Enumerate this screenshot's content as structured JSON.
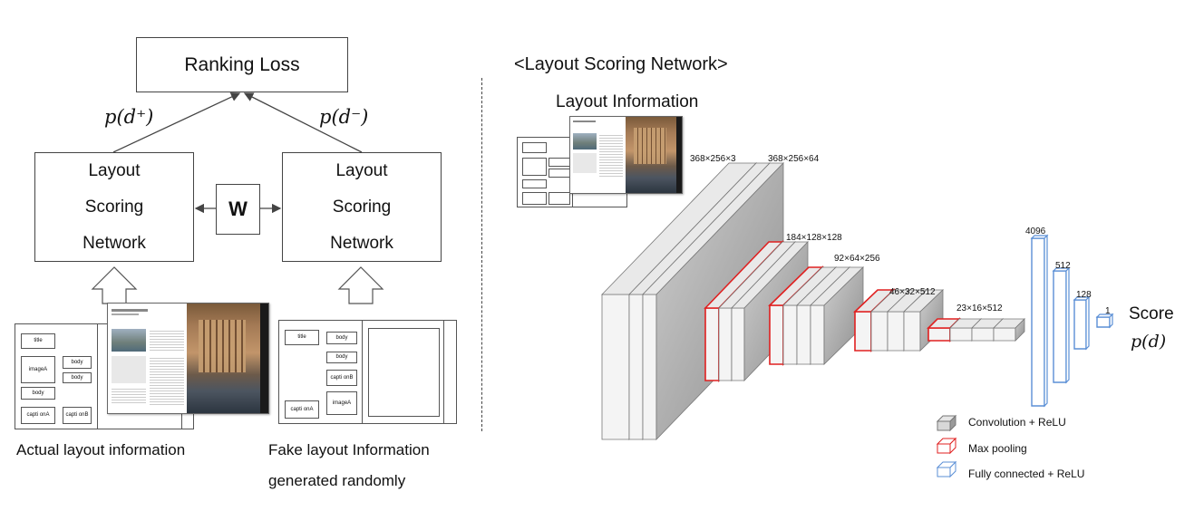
{
  "left": {
    "ranking_loss": "Ranking Loss",
    "p_pos": "p(d⁺)",
    "p_neg": "p(d⁻)",
    "lsn_left": [
      "Layout",
      "Scoring",
      "Network"
    ],
    "lsn_right": [
      "Layout",
      "Scoring",
      "Network"
    ],
    "shared_weight": "W",
    "actual_caption": "Actual layout information",
    "fake_caption_line1": "Fake layout Information",
    "fake_caption_line2": "generated randomly",
    "actual_layout_labels": [
      "title",
      "body",
      "imageA",
      "body",
      "body",
      "capti onA",
      "capti onB"
    ],
    "fake_layout_labels": [
      "title",
      "body",
      "body",
      "capti onB",
      "imageA",
      "capti onA"
    ]
  },
  "right": {
    "title": "<Layout Scoring Network>",
    "layout_info_label": "Layout Information",
    "dims": [
      "368×256×3",
      "368×256×64",
      "184×128×128",
      "92×64×256",
      "46×32×512",
      "23×16×512",
      "4096",
      "512",
      "128",
      "1"
    ],
    "score_label": "Score",
    "score_formula": "p(d)",
    "legend": [
      {
        "label": "Convolution + ReLU",
        "color": "#888888"
      },
      {
        "label": "Max pooling",
        "color": "#e02020"
      },
      {
        "label": "Fully connected + ReLU",
        "color": "#5b8fd6"
      }
    ]
  }
}
